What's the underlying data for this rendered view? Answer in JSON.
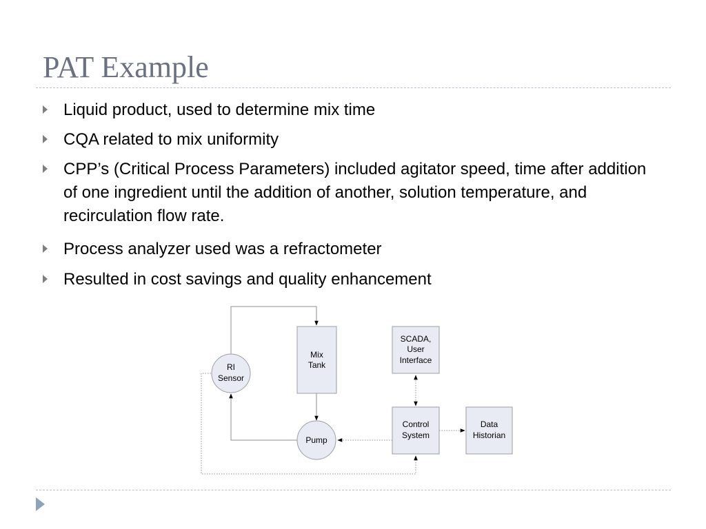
{
  "slide": {
    "title": "PAT Example",
    "bullets": [
      "Liquid product, used to determine mix time",
      "CQA related to mix uniformity",
      "CPP’s (Critical Process Parameters) included agitator speed, time after addition of one ingredient until the addition of another, solution temperature, and recirculation flow rate.",
      "Process analyzer used was a refractometer",
      "Resulted in cost savings and quality enhancement"
    ]
  },
  "diagram": {
    "nodes": {
      "ri_sensor": [
        "RI",
        "Sensor"
      ],
      "mix_tank": [
        "Mix",
        "Tank"
      ],
      "pump": [
        "Pump"
      ],
      "scada": [
        "SCADA,",
        "User",
        "Interface"
      ],
      "control_system": [
        "Control",
        "System"
      ],
      "data_historian": [
        "Data",
        "Historian"
      ]
    }
  },
  "colors": {
    "node_fill": "#e8eaf4",
    "node_stroke": "#9a9da8",
    "title": "#6b7180",
    "bullet_arrow": "#7a7f88",
    "rule": "#b6bfc9"
  }
}
